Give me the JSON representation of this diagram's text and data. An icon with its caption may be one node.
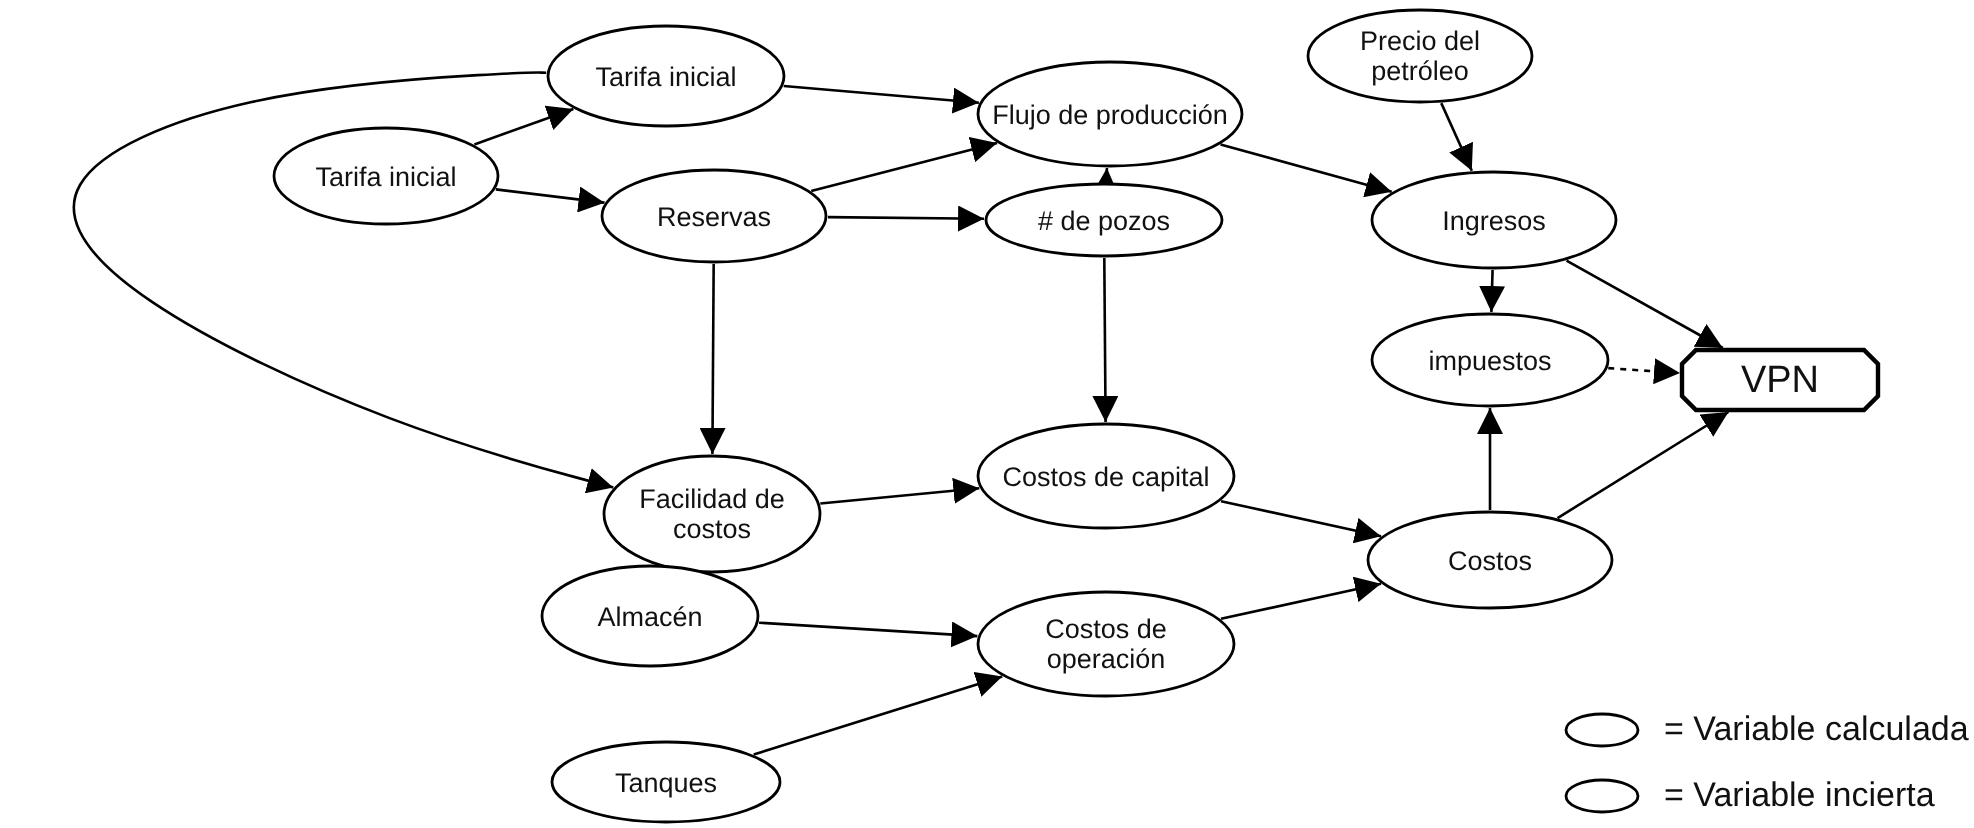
{
  "diagram": {
    "nodes": [
      {
        "text": [
          "Tarifa inicial"
        ]
      },
      {
        "text": [
          "Tarifa inicial"
        ]
      },
      {
        "text": [
          "Reservas"
        ]
      },
      {
        "text": [
          "Flujo de producción"
        ]
      },
      {
        "text": [
          "# de pozos"
        ]
      },
      {
        "text": [
          "Precio del petróleo"
        ]
      },
      {
        "text": [
          "Ingresos"
        ]
      },
      {
        "text": [
          "impuestos"
        ]
      },
      {
        "text": [
          "VPN"
        ]
      },
      {
        "text": [
          "Facilidad de costos"
        ]
      },
      {
        "text": [
          "Costos de capital"
        ]
      },
      {
        "text": [
          "Almacén"
        ]
      },
      {
        "text": [
          "Costos de operación"
        ]
      },
      {
        "text": [
          "Costos"
        ]
      },
      {
        "text": [
          "Tanques"
        ]
      }
    ],
    "edges": [
      {
        "from": 1,
        "to": 0,
        "arrow": "to"
      },
      {
        "from": 1,
        "to": 2,
        "arrow": "to"
      },
      {
        "from": 0,
        "to": 3,
        "arrow": "to"
      },
      {
        "from": 2,
        "to": 3,
        "arrow": "to"
      },
      {
        "from": 2,
        "to": 4,
        "arrow": "to"
      },
      {
        "from": 4,
        "to": 3,
        "arrow": "to"
      },
      {
        "from": 4,
        "to": 10,
        "arrow": "to"
      },
      {
        "from": 2,
        "to": 9,
        "arrow": "to"
      },
      {
        "from": 0,
        "to": 9,
        "arrow": "to"
      },
      {
        "from": 5,
        "to": 6,
        "arrow": "to"
      },
      {
        "from": 3,
        "to": 6,
        "arrow": "to"
      },
      {
        "from": 6,
        "to": 7,
        "arrow": "to"
      },
      {
        "from": 6,
        "to": 8,
        "arrow": "to"
      },
      {
        "from": 7,
        "to": 8,
        "arrow": "to",
        "style": "dashed"
      },
      {
        "from": 13,
        "to": 7,
        "arrow": "to"
      },
      {
        "from": 13,
        "to": 8,
        "arrow": "to"
      },
      {
        "from": 9,
        "to": 10,
        "arrow": "to"
      },
      {
        "from": 10,
        "to": 13,
        "arrow": "to"
      },
      {
        "from": 11,
        "to": 12,
        "arrow": "to"
      },
      {
        "from": 14,
        "to": 12,
        "arrow": "to"
      },
      {
        "from": 12,
        "to": 13,
        "arrow": "to"
      }
    ],
    "legend": [
      {
        "text": "= Variable calculada"
      },
      {
        "text": "= Variable incierta"
      }
    ]
  }
}
